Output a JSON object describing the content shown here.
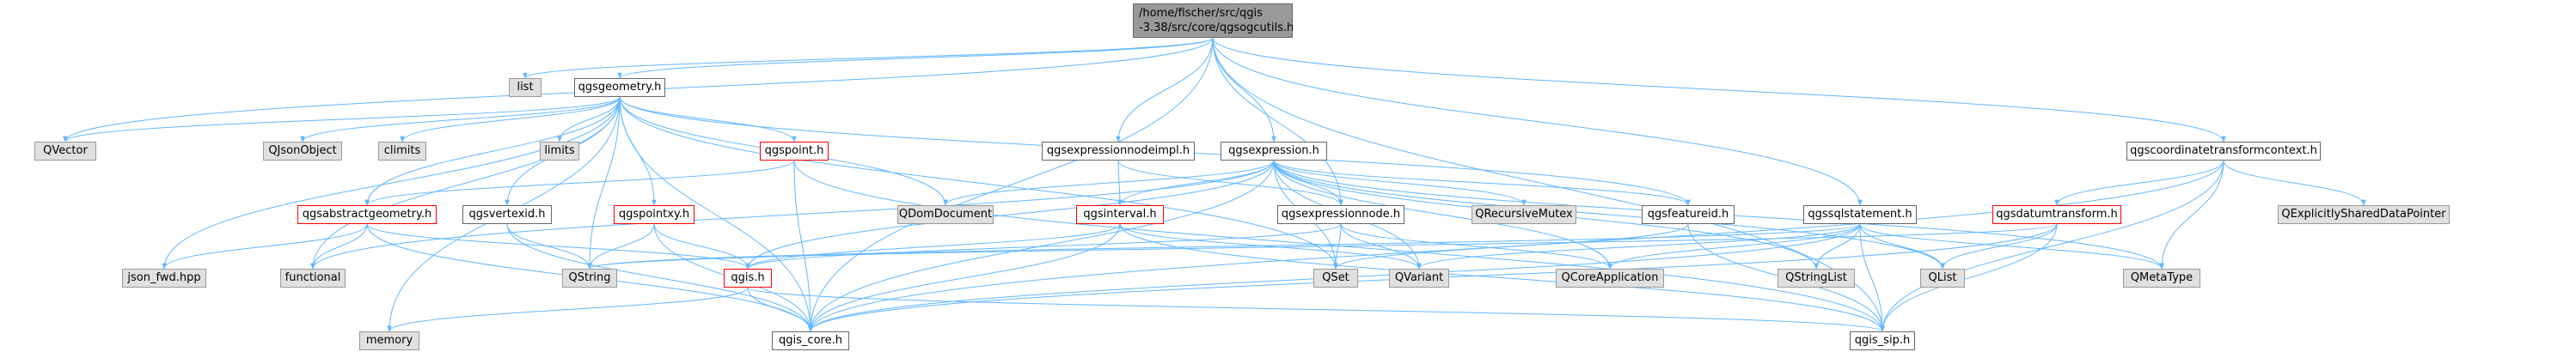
{
  "root": {
    "line1": "/home/fischer/src/qgis",
    "line2": "-3.38/src/core/qgsogcutils.h"
  },
  "nodes": {
    "list": "list",
    "qgsgeometry": "qgsgeometry.h",
    "qvector": "QVector",
    "qjsonobject": "QJsonObject",
    "climits": "climits",
    "limits": "limits",
    "qgspoint": "qgspoint.h",
    "qgsabstractgeometry": "qgsabstractgeometry.h",
    "qgsvertexid": "qgsvertexid.h",
    "qgspointxy": "qgspointxy.h",
    "json_fwd": "json_fwd.hpp",
    "functional": "functional",
    "qstring": "QString",
    "qgis": "qgis.h",
    "memory": "memory",
    "qgis_core": "qgis_core.h",
    "qdomdocument": "QDomDocument",
    "qgsexpressionnodeimpl": "qgsexpressionnodeimpl.h",
    "qgsexpression": "qgsexpression.h",
    "qgsinterval": "qgsinterval.h",
    "qgsexpressionnode": "qgsexpressionnode.h",
    "qrecursivemutex": "QRecursiveMutex",
    "qgsfeatureid": "qgsfeatureid.h",
    "qset": "QSet",
    "qvariant": "QVariant",
    "qcoreapplication": "QCoreApplication",
    "qgssqlstatement": "qgssqlstatement.h",
    "qstringlist": "QStringList",
    "qlist": "QList",
    "qgscoordinatetransformcontext": "qgscoordinatetransformcontext.h",
    "qgsdatumtransform": "qgsdatumtransform.h",
    "qexplicitlyshareddatapointer": "QExplicitlySharedDataPointer",
    "qmetatype": "QMetaType",
    "qgis_sip": "qgis_sip.h"
  },
  "colors": {
    "edge": "#63b8ff",
    "normal_border": "#666666",
    "external_fill": "#e0e0e0",
    "incomplete_border": "#ff0000",
    "root_fill": "#999999"
  }
}
